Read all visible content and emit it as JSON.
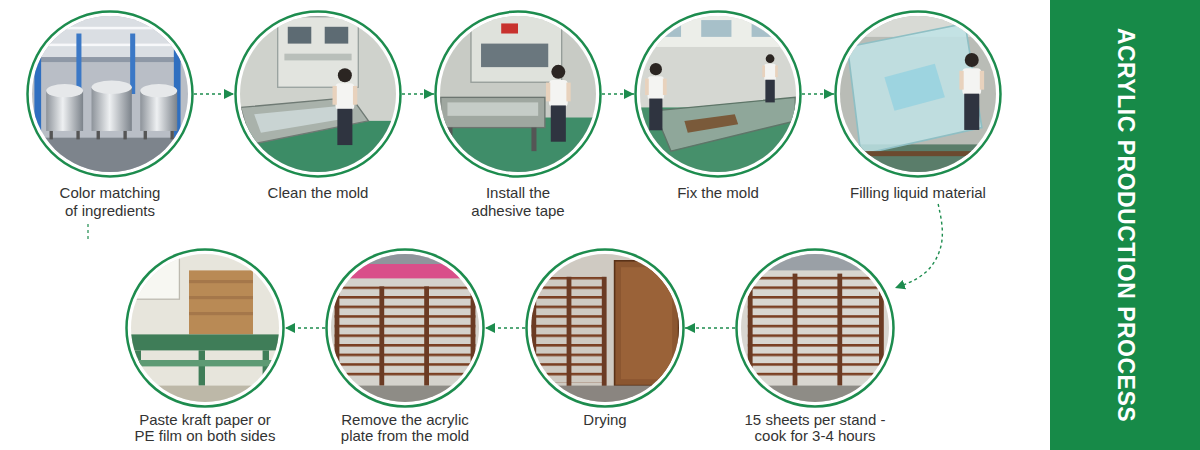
{
  "diagram": {
    "title": "ACRYLIC PRODUCTION PROCESS",
    "nodes": [
      {
        "text": [
          "Color matching of ingredients"
        ]
      },
      {
        "text": [
          "Clean the mold"
        ]
      },
      {
        "text": [
          "Install the adhesive tape"
        ]
      },
      {
        "text": [
          "Fix the mold"
        ]
      },
      {
        "text": [
          "Filling liquid material"
        ]
      },
      {
        "text": [
          "15 sheets per stand - cook for 3-4 hours"
        ]
      },
      {
        "text": [
          "Drying"
        ]
      },
      {
        "text": [
          "Remove the acrylic plate from the mold"
        ]
      },
      {
        "text": [
          "Paste kraft paper or PE film on both sides"
        ]
      }
    ],
    "edges": [
      {
        "from": 0,
        "to": 1,
        "arrow": "to"
      },
      {
        "from": 1,
        "to": 2,
        "arrow": "to"
      },
      {
        "from": 2,
        "to": 3,
        "arrow": "to"
      },
      {
        "from": 3,
        "to": 4,
        "arrow": "to"
      },
      {
        "from": 4,
        "to": 5,
        "arrow": "to"
      },
      {
        "from": 5,
        "to": 6,
        "arrow": "to"
      },
      {
        "from": 6,
        "to": 7,
        "arrow": "to"
      },
      {
        "from": 7,
        "to": 8,
        "arrow": "to"
      }
    ]
  }
}
